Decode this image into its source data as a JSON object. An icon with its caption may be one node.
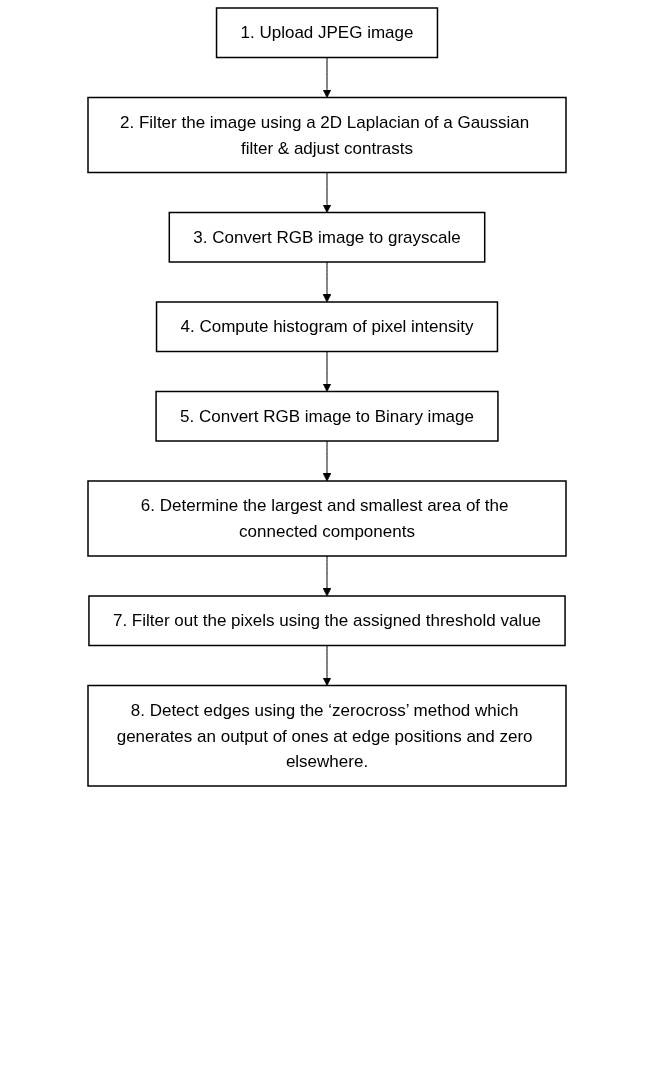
{
  "diagram": {
    "nodes": [
      {
        "text": [
          "1. Upload JPEG image"
        ]
      },
      {
        "text": [
          "2. Filter the image using a 2D Laplacian of a Gaussian filter & adjust contrasts"
        ]
      },
      {
        "text": [
          "3. Convert RGB image to grayscale"
        ]
      },
      {
        "text": [
          "4. Compute histogram of pixel intensity"
        ]
      },
      {
        "text": [
          "5. Convert RGB image to Binary image"
        ]
      },
      {
        "text": [
          "6. Determine the largest and smallest area of the connected components"
        ]
      },
      {
        "text": [
          "7. Filter out the pixels using the assigned threshold value"
        ]
      },
      {
        "text": [
          "8. Detect edges using the ‘zerocross’ method which generates an output of ones at edge positions and zero elsewhere."
        ]
      }
    ],
    "edges": [
      {
        "from": 0,
        "to": 1,
        "arrow": "to"
      },
      {
        "from": 1,
        "to": 2,
        "arrow": "to"
      },
      {
        "from": 2,
        "to": 3,
        "arrow": "to"
      },
      {
        "from": 3,
        "to": 4,
        "arrow": "to"
      },
      {
        "from": 4,
        "to": 5,
        "arrow": "to"
      },
      {
        "from": 5,
        "to": 6,
        "arrow": "to"
      },
      {
        "from": 6,
        "to": 7,
        "arrow": "to"
      }
    ]
  }
}
